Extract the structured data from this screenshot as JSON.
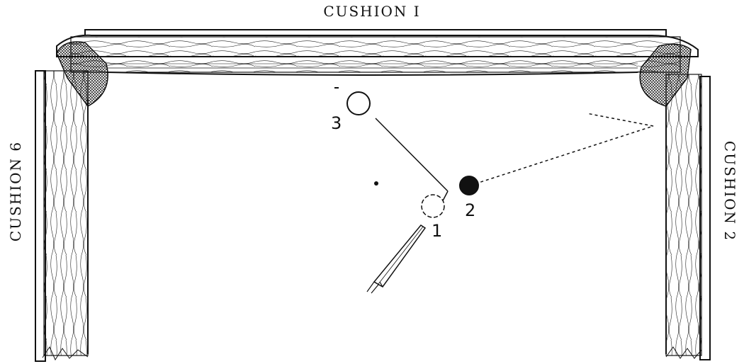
{
  "cushions": {
    "top": "CUSHION I",
    "left": "CUSHION 6",
    "right": "CUSHION 2"
  },
  "balls": {
    "one": "1",
    "two": "2",
    "three": "3"
  },
  "colors": {
    "ink": "#111111",
    "background": "#ffffff"
  }
}
